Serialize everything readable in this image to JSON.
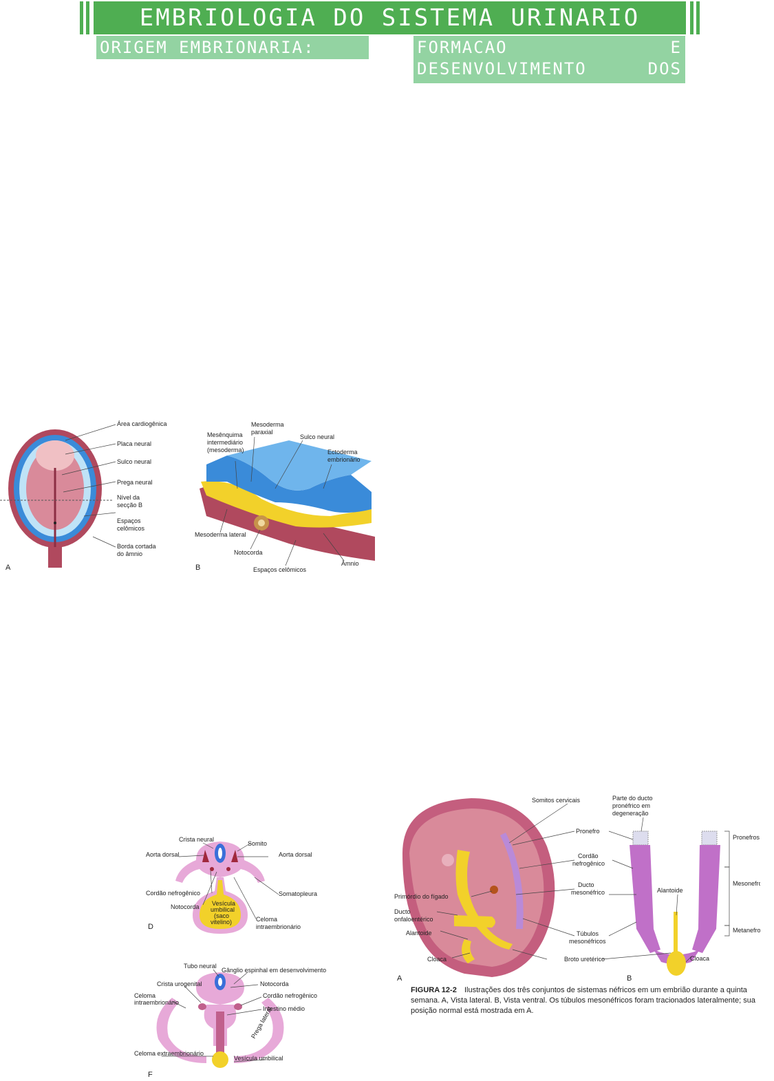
{
  "header": {
    "title": "EMBRIOLOGIA DO SISTEMA URINARIO",
    "section_left": "ORIGEM EMBRIONARIA:",
    "section_right": "FORMACAO E DESENVOLVIMENTO DOS RINS:"
  },
  "colors": {
    "title_green": "#4fae52",
    "section_green": "#93d3a2",
    "tissue_pink": "#d98a9a",
    "tissue_dark": "#b0495e",
    "amnion_blue": "#3a8bd9",
    "yolk_yellow": "#f2d12a",
    "kidney_purple": "#c070c8"
  },
  "figure1": {
    "panel_a": "A",
    "panel_b": "B",
    "labels_a": {
      "area": "Área cardiogênica",
      "placa": "Placa neural",
      "sulco": "Sulco neural",
      "prega": "Prega neural",
      "nivel1": "Nível da",
      "nivel2": "secção B",
      "espacos1": "Espaços",
      "espacos2": "celômicos",
      "borda1": "Borda cortada",
      "borda2": "do âmnio"
    },
    "labels_b": {
      "mesenq1": "Mesênquima",
      "mesenq2": "intermediário",
      "mesenq3": "(mesoderma)",
      "meso_par1": "Mesoderma",
      "meso_par2": "paraxial",
      "sulco": "Sulco neural",
      "ecto1": "Ectoderma",
      "ecto2": "embrionário",
      "meso_lat": "Mesoderma lateral",
      "notocorda": "Notocorda",
      "espacos": "Espaços celômicos",
      "amnio": "Âmnio"
    }
  },
  "figure2": {
    "panel_d": "D",
    "panel_f": "F",
    "labels_d": {
      "crista": "Crista neural",
      "somito": "Somito",
      "aorta_l": "Aorta dorsal",
      "aorta_r": "Aorta dorsal",
      "cordao": "Cordão nefrogênico",
      "somato": "Somatopleura",
      "notocorda": "Notocorda",
      "vesicula1": "Vesícula",
      "vesicula2": "umbilical",
      "vesicula3": "(saco",
      "vesicula4": "vitelino)",
      "celoma1": "Celoma",
      "celoma2": "intraembrionário"
    },
    "labels_f": {
      "tubo": "Tubo neural",
      "ganglio": "Gânglio espinhal em desenvolvimento",
      "crista_uro": "Crista urogenital",
      "notocorda": "Notocorda",
      "celoma_intra1": "Celoma",
      "celoma_intra2": "intraembrionário",
      "cordao": "Cordão nefrogênico",
      "intestino": "Intestino médio",
      "prega": "Prega lateral",
      "celoma_extra": "Celoma extraembrionário",
      "vesicula": "Vesícula umbilical"
    }
  },
  "figure3": {
    "panel_a": "A",
    "panel_b": "B",
    "labels": {
      "somitos": "Somitos cervicais",
      "parte1": "Parte do ducto",
      "parte2": "pronéfrico em",
      "parte3": "degeneração",
      "pronefro": "Pronefro",
      "cordao1": "Cordão",
      "cordao2": "nefrogênico",
      "ducto_meso1": "Ducto",
      "ducto_meso2": "mesonéfrico",
      "primordio": "Primórdio do fígado",
      "onfalo1": "Ducto",
      "onfalo2": "onfaloentérico",
      "alantoide_a": "Alantoide",
      "alantoide_b": "Alantoide",
      "tubulos1": "Túbulos",
      "tubulos2": "mesonéfricos",
      "cloaca_a": "Cloaca",
      "cloaca_b": "Cloaca",
      "broto": "Broto uretérico",
      "pronefros": "Pronefros",
      "mesonefros": "Mesonefros",
      "metanefros": "Metanefros"
    },
    "caption": {
      "figure_label": "FIGURA 12-2",
      "line1": "Ilustrações dos três conjuntos de sistemas néfricos em um embrião durante a quinta",
      "line2": "semana. A, Vista lateral. B, Vista ventral. Os túbulos mesonéfricos foram tracionados lateralmente; sua",
      "line3": "posição normal está mostrada em A."
    }
  }
}
